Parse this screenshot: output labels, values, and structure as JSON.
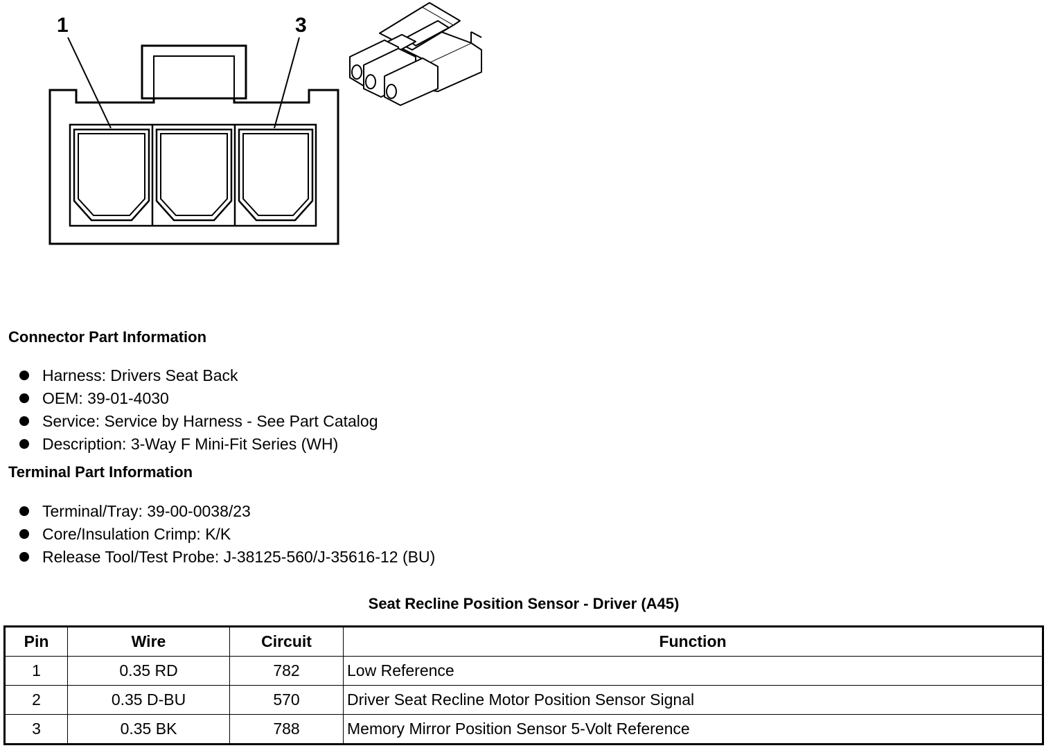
{
  "diagram": {
    "pin_labels": [
      "1",
      "3"
    ]
  },
  "connector_info": {
    "heading": "Connector Part Information",
    "items": [
      "Harness: Drivers Seat Back",
      "OEM: 39-01-4030",
      "Service: Service by Harness - See Part Catalog",
      "Description: 3-Way F Mini-Fit Series (WH)"
    ]
  },
  "terminal_info": {
    "heading": "Terminal Part Information",
    "items": [
      "Terminal/Tray: 39-00-0038/23",
      "Core/Insulation Crimp: K/K",
      "Release Tool/Test Probe: J-38125-560/J-35616-12 (BU)"
    ]
  },
  "table": {
    "title": "Seat Recline Position Sensor - Driver (A45)",
    "headers": [
      "Pin",
      "Wire",
      "Circuit",
      "Function"
    ],
    "rows": [
      [
        "1",
        "0.35 RD",
        "782",
        "Low Reference"
      ],
      [
        "2",
        "0.35 D-BU",
        "570",
        "Driver Seat Recline Motor Position Sensor Signal"
      ],
      [
        "3",
        "0.35 BK",
        "788",
        "Memory Mirror Position Sensor 5-Volt Reference"
      ]
    ]
  }
}
